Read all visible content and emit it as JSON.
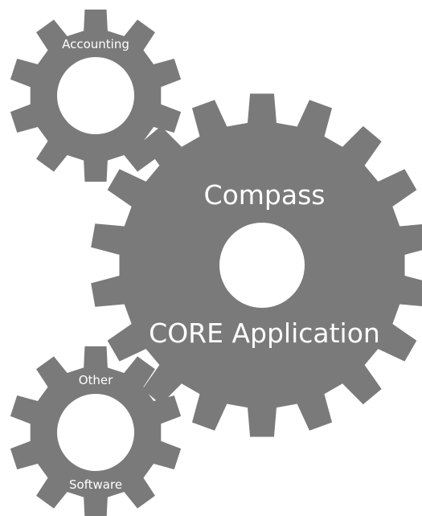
{
  "colors": {
    "gear_fill": "#7a7a7a",
    "label_text": "#ffffff",
    "background": "#ffffff"
  },
  "gears": {
    "accounting": {
      "label": "Accounting"
    },
    "core": {
      "label_top": "Compass",
      "label_bottom": "CORE Application"
    },
    "other": {
      "label_top": "Other",
      "label_bottom": "Software"
    }
  }
}
